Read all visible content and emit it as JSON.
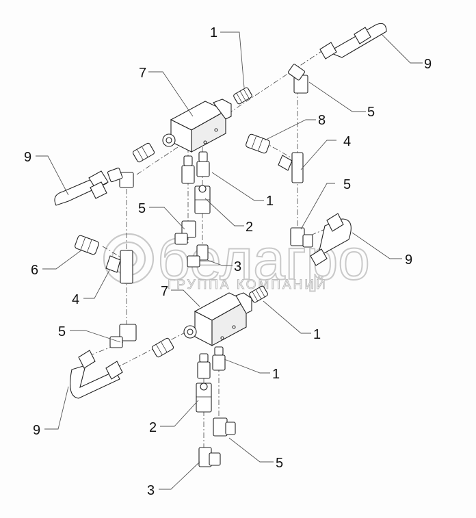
{
  "diagram": {
    "type": "exploded-parts-assembly",
    "watermark": {
      "brand": "белагро",
      "subtitle": "ГРУППА КОМПАНИЙ"
    },
    "callouts": [
      {
        "id": "c1a",
        "label": "1"
      },
      {
        "id": "c7a",
        "label": "7"
      },
      {
        "id": "c9a",
        "label": "9"
      },
      {
        "id": "c5a",
        "label": "5"
      },
      {
        "id": "c8",
        "label": "8"
      },
      {
        "id": "c4a",
        "label": "4"
      },
      {
        "id": "c9b",
        "label": "9"
      },
      {
        "id": "c1b",
        "label": "1"
      },
      {
        "id": "c2a",
        "label": "2"
      },
      {
        "id": "c5b",
        "label": "5"
      },
      {
        "id": "c5c",
        "label": "5"
      },
      {
        "id": "c9c",
        "label": "9"
      },
      {
        "id": "c6",
        "label": "6"
      },
      {
        "id": "c3a",
        "label": "3"
      },
      {
        "id": "c4b",
        "label": "4"
      },
      {
        "id": "c7b",
        "label": "7"
      },
      {
        "id": "c1c",
        "label": "1"
      },
      {
        "id": "c5d",
        "label": "5"
      },
      {
        "id": "c1d",
        "label": "1"
      },
      {
        "id": "c9d",
        "label": "9"
      },
      {
        "id": "c2b",
        "label": "2"
      },
      {
        "id": "c5e",
        "label": "5"
      },
      {
        "id": "c3b",
        "label": "3"
      }
    ]
  }
}
